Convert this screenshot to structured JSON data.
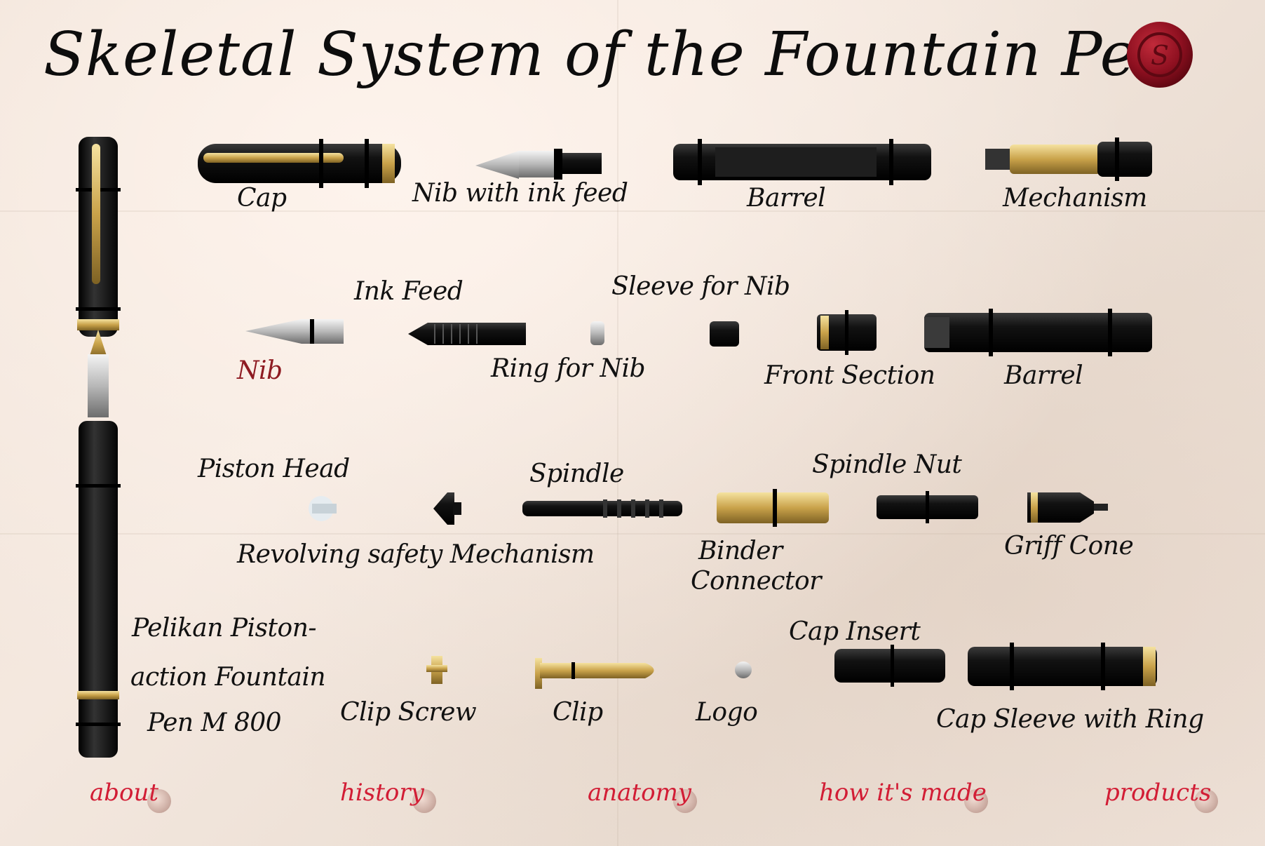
{
  "title": "Skeletal System of the Fountain Pen",
  "seal_icon": "wax-seal-icon",
  "colors": {
    "paper": "#f1e5dc",
    "ink": "#111111",
    "accent_label": "#8e1b22",
    "nav": "#d21d35",
    "seal": "#9a1020",
    "gold": "#c9a24a",
    "resin": "#121212"
  },
  "labels": {
    "cap": "Cap",
    "nib_feed": "Nib with ink feed",
    "barrel_top": "Barrel",
    "mechanism_top": "Mechanism",
    "ink_feed": "Ink Feed",
    "sleeve_nib": "Sleeve for Nib",
    "nib": "Nib",
    "ring_nib": "Ring for Nib",
    "front_section": "Front Section",
    "barrel_mid": "Barrel",
    "piston_head": "Piston Head",
    "spindle": "Spindle",
    "spindle_nut": "Spindle Nut",
    "revolving": "Revolving safety Mechanism",
    "binder": "Binder",
    "connector": "Connector",
    "griff_cone": "Griff Cone",
    "pen_line1": "Pelikan Piston-",
    "pen_line2": "action Fountain",
    "pen_line3": "Pen M 800",
    "cap_insert": "Cap Insert",
    "clip_screw": "Clip Screw",
    "clip": "Clip",
    "logo": "Logo",
    "cap_sleeve": "Cap Sleeve with Ring"
  },
  "nav": {
    "about": "about",
    "history": "history",
    "anatomy": "anatomy",
    "how": "how it's made",
    "products": "products"
  }
}
